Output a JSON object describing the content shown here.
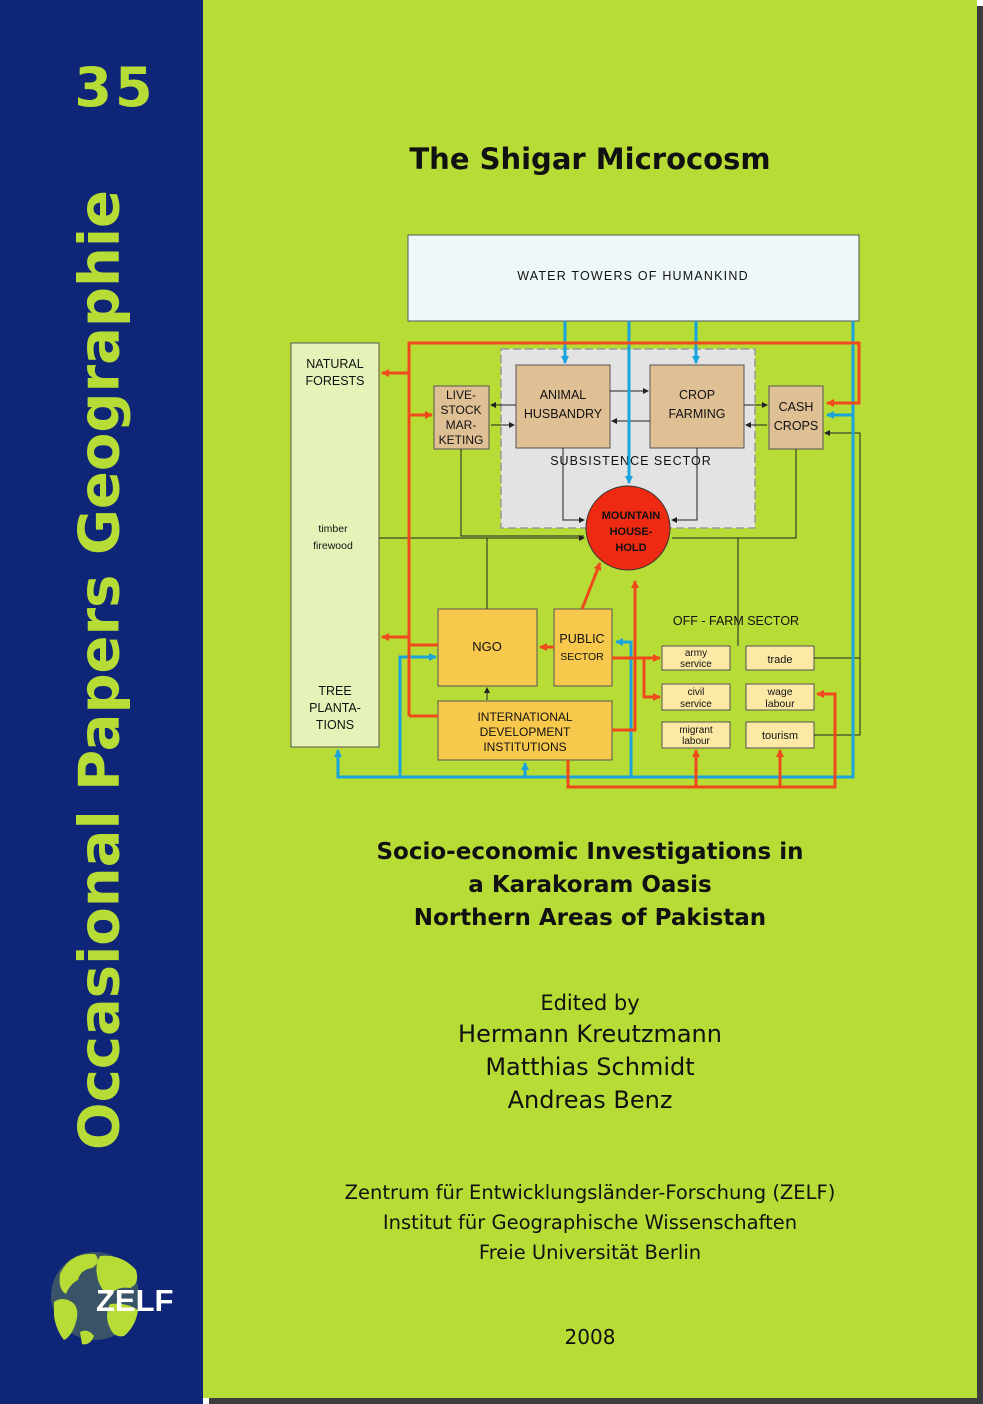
{
  "series": {
    "number": "35",
    "title": "Occasional Papers Geographie"
  },
  "logo_text": "ZELF",
  "book_title": "The Shigar Microcosm",
  "diagram": {
    "water_towers": "WATER TOWERS OF HUMANKIND",
    "natural_forests_1": "NATURAL",
    "natural_forests_2": "FORESTS",
    "timber": "timber",
    "firewood": "firewood",
    "tree_1": "TREE",
    "tree_2": "PLANTA-",
    "tree_3": "TIONS",
    "livestock_1": "LIVE-",
    "livestock_2": "STOCK",
    "livestock_3": "MAR-",
    "livestock_4": "KETING",
    "animal_1": "ANIMAL",
    "animal_2": "HUSBANDRY",
    "crop_1": "CROP",
    "crop_2": "FARMING",
    "cash_1": "CASH",
    "cash_2": "CROPS",
    "subsistence": "SUBSISTENCE SECTOR",
    "household_1": "MOUNTAIN",
    "household_2": "HOUSE-",
    "household_3": "HOLD",
    "ngo": "NGO",
    "public_1": "PUBLIC",
    "public_2": "SECTOR",
    "intl_1": "INTERNATIONAL",
    "intl_2": "DEVELOPMENT",
    "intl_3": "INSTITUTIONS",
    "offfarm": "OFF - FARM SECTOR",
    "army_1": "army",
    "army_2": "service",
    "trade": "trade",
    "civil_1": "civil",
    "civil_2": "service",
    "wage_1": "wage",
    "wage_2": "labour",
    "migrant_1": "migrant",
    "migrant_2": "labour",
    "tourism": "tourism"
  },
  "subtitle": [
    "Socio-economic Investigations in",
    "a Karakoram Oasis",
    "Northern Areas of Pakistan"
  ],
  "edited_by": "Edited by",
  "editors": [
    "Hermann Kreutzmann",
    "Matthias Schmidt",
    "Andreas Benz"
  ],
  "institution": [
    "Zentrum für Entwicklungsländer-Forschung (ZELF)",
    "Institut für Geographische Wissenschaften",
    "Freie Universität Berlin"
  ],
  "year": "2008",
  "colors": {
    "spine": "#0f2678",
    "cover": "#b7dc36",
    "accent_text": "#b7dc36",
    "red_arrow": "#f04a1c",
    "blue_arrow": "#1aa3dc",
    "household": "#ee2a12",
    "tan_box": "#dfbf94",
    "yellow_box": "#f8c84c"
  }
}
